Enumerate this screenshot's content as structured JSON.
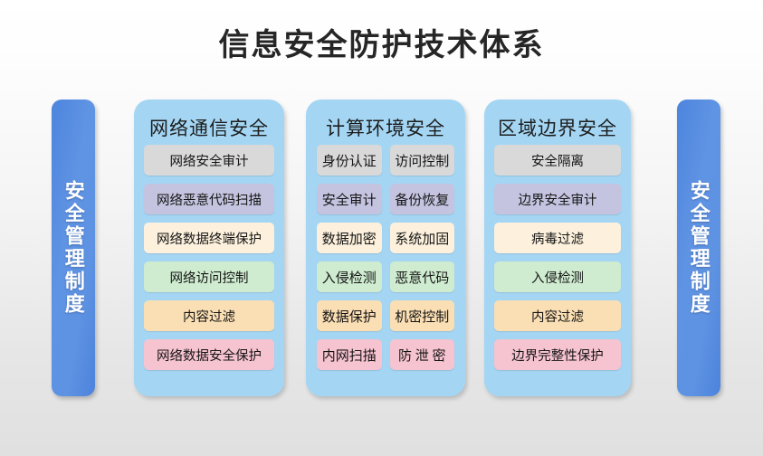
{
  "title": "信息安全防护技术体系",
  "sidebars": {
    "left_label": "安全管理制度",
    "right_label": "安全管理制度"
  },
  "colors": {
    "panel_bg": "#a4d6f4",
    "sidebar_blue": "#5b8fe0",
    "gray": "#d9d9d9",
    "purple": "#c4c4e0",
    "cream": "#fdf1dd",
    "green": "#cfecd0",
    "orange": "#fbdfb4",
    "pink": "#f6c3d0",
    "page_bg_top": "#ffffff",
    "page_bg_bottom": "#e0e0e0",
    "title_text": "#262626"
  },
  "panels": [
    {
      "title": "网络通信安全",
      "rows": [
        {
          "items": [
            "网络安全审计"
          ]
        },
        {
          "items": [
            "网络恶意代码扫描"
          ]
        },
        {
          "items": [
            "网络数据终端保护"
          ]
        },
        {
          "items": [
            "网络访问控制"
          ]
        },
        {
          "items": [
            "内容过滤"
          ]
        },
        {
          "items": [
            "网络数据安全保护"
          ]
        }
      ]
    },
    {
      "title": "计算环境安全",
      "rows": [
        {
          "items": [
            "身份认证",
            "访问控制"
          ]
        },
        {
          "items": [
            "安全审计",
            "备份恢复"
          ]
        },
        {
          "items": [
            "数据加密",
            "系统加固"
          ]
        },
        {
          "items": [
            "入侵检测",
            "恶意代码"
          ]
        },
        {
          "items": [
            "数据保护",
            "机密控制"
          ]
        },
        {
          "items": [
            "内网扫描",
            "防 泄 密"
          ]
        }
      ]
    },
    {
      "title": "区域边界安全",
      "rows": [
        {
          "items": [
            "安全隔离"
          ]
        },
        {
          "items": [
            "边界安全审计"
          ]
        },
        {
          "items": [
            "病毒过滤"
          ]
        },
        {
          "items": [
            "入侵检测"
          ]
        },
        {
          "items": [
            "内容过滤"
          ]
        },
        {
          "items": [
            "边界完整性保护"
          ]
        }
      ]
    }
  ]
}
